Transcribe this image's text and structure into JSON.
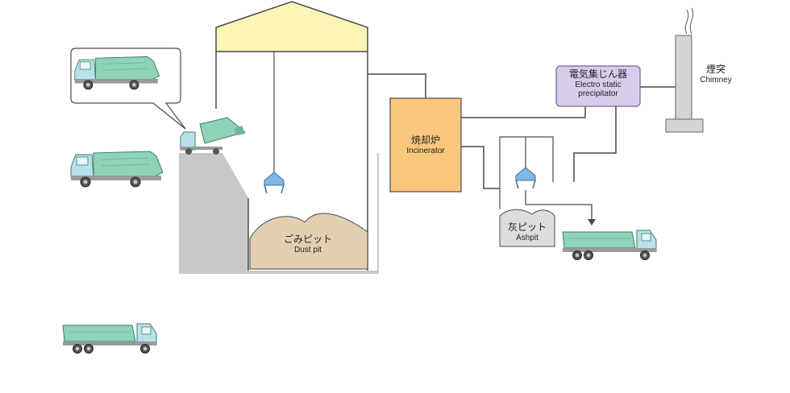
{
  "labels": {
    "dust_pit": {
      "jp": "ごみピット",
      "en": "Dust pit"
    },
    "incinerator": {
      "jp": "焼却炉",
      "en": "Incinerator"
    },
    "ash_pit": {
      "jp": "灰ピット",
      "en": "Ashpit"
    },
    "precipitator": {
      "jp": "電気集じん器",
      "en1": "Electro static",
      "en2": "precipitator"
    },
    "chimney": {
      "jp": "煙突",
      "en": "Chimney"
    }
  },
  "colors": {
    "ground": "#c8c8c8",
    "building_outline": "#4a4a4a",
    "roof": "#fdf5b8",
    "dust_fill": "#e2cfb2",
    "incinerator_fill": "#f8c77c",
    "precipitator_fill": "#d8cceb",
    "precipitator_stroke": "#8c7aa8",
    "chimney": "#d4d4d4",
    "ash_fill": "#dddddd",
    "truck_body": "#8fd3b6",
    "truck_cab": "#b7e2ec",
    "crane_bucket": "#7fb8e6",
    "pipe": "#4a4a4a"
  }
}
